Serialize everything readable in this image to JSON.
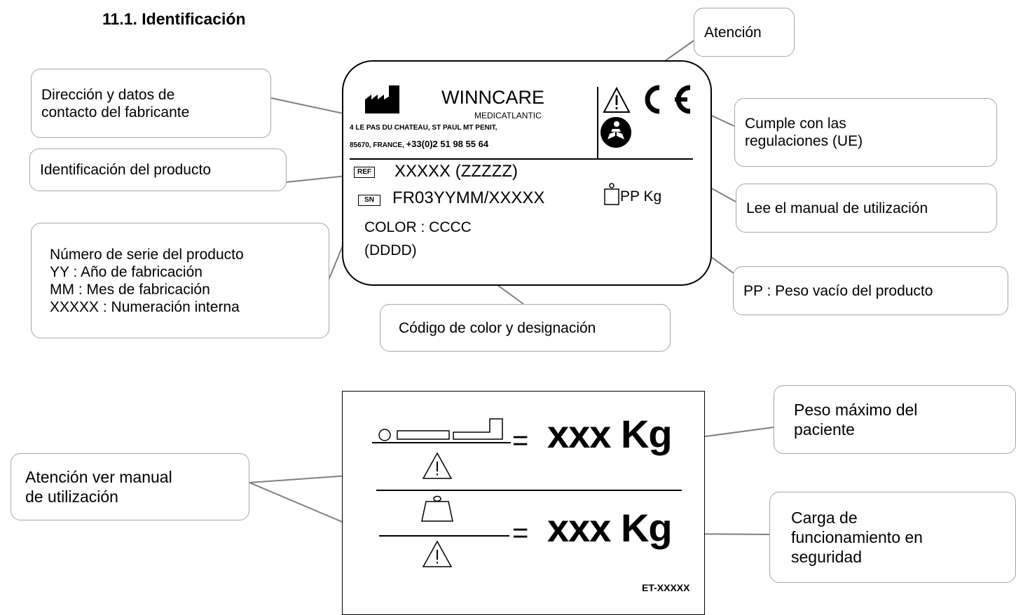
{
  "heading": "11.1. Identificación",
  "label_top": {
    "brand": "WINNCARE",
    "sub_brand": "MEDICATLANTIC",
    "address_line1": "4 LE PAS DU CHATEAU, ST PAUL MT PENIT,",
    "address_line2_a": "85670, FRANCE, ",
    "address_line2_b": "+33(0)2 51 98 55 64",
    "ref_symbol": "REF",
    "ref_value": "XXXXX (ZZZZZ)",
    "sn_symbol": "SN",
    "sn_value": "FR03YYMM/XXXXX",
    "weight_value": "PP Kg",
    "color_line1": "COLOR : CCCC",
    "color_line2": "(DDDD)",
    "ce_mark": "CE"
  },
  "label_bottom": {
    "value1": "xxx Kg",
    "value2": "xxx Kg",
    "equals": "=",
    "code": "ET-XXXXX"
  },
  "callouts": {
    "manufacturer": "Dirección y datos de\ncontacto del fabricante",
    "attention": "Atención",
    "ce": "Cumple con las\nregulaciones (UE)",
    "product_id": "Identificación del producto",
    "read_manual": "Lee el manual de utilización",
    "serial": "Número de serie del producto\nYY : Año de fabricación\nMM : Mes de fabricación\nXXXXX : Numeración interna",
    "empty_weight": "PP : Peso vacío del producto",
    "color_code": "Código de color y designación",
    "max_weight": "Peso máximo del\npaciente",
    "see_manual": "Atención ver manual\nde utilización",
    "safe_load": "Carga de\nfuncionamiento en\nseguridad"
  }
}
